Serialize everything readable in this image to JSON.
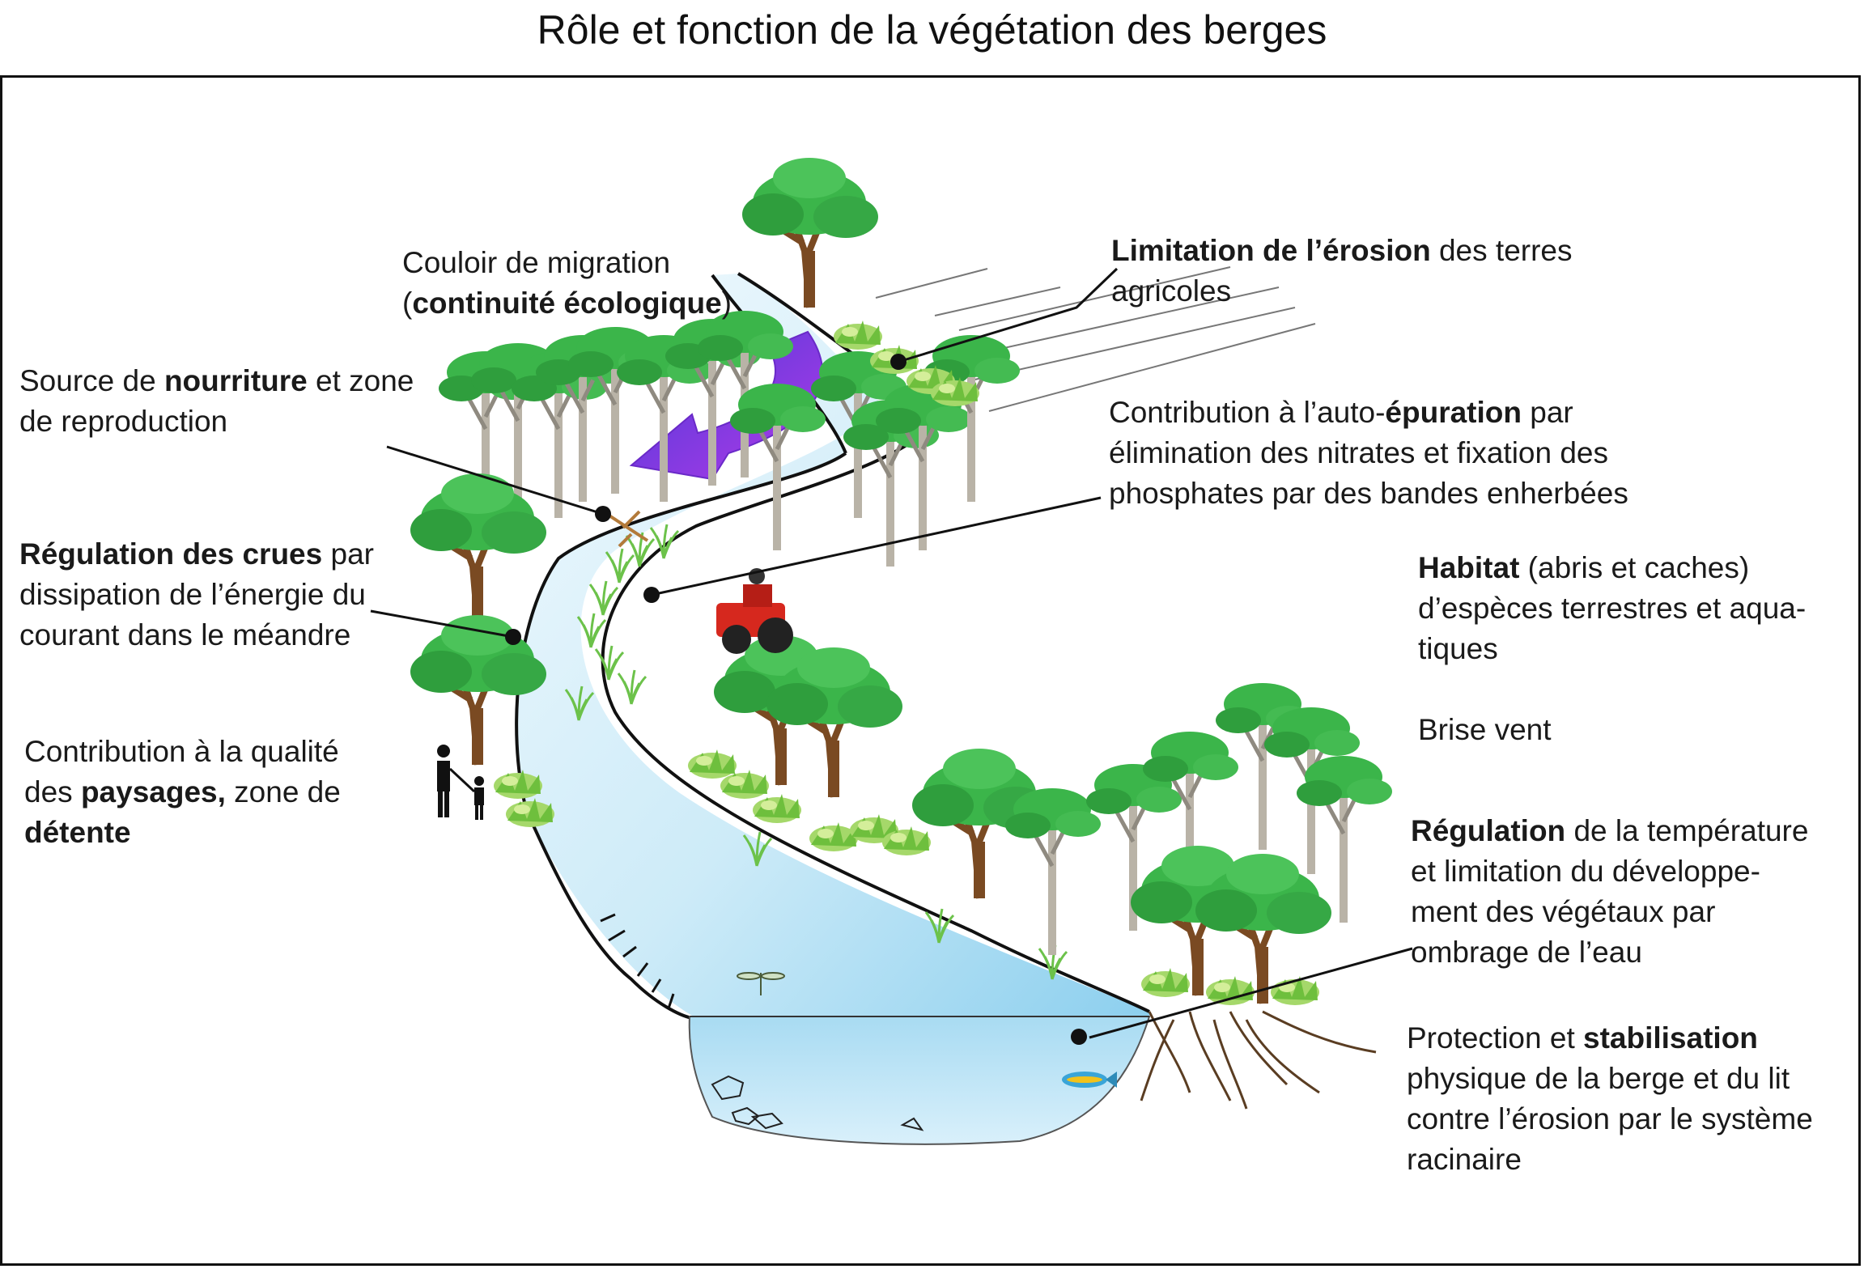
{
  "title": "Rôle et fonction de la végétation des berges",
  "labels": {
    "migration": {
      "line1": "Couloir de migration",
      "line2_pre": "(",
      "line2_bold": "continuité écologique",
      "line2_post": ")"
    },
    "nourriture": {
      "line1_pre": "Source de ",
      "line1_bold": "nourriture",
      "line1_post": " et zone",
      "line2": "de reproduction"
    },
    "crues": {
      "line1_bold": "Régulation des crues",
      "line1_post": " par",
      "line2": "dissipation de l’énergie du",
      "line3": "courant dans le méandre"
    },
    "paysages": {
      "line1": "Contribution à la qualité",
      "line2_pre": "des ",
      "line2_bold": "paysages,",
      "line2_post": " zone de",
      "line3_bold": "détente"
    },
    "erosion": {
      "line1_bold": "Limitation de l’érosion",
      "line1_post": " des terres",
      "line2": "agricoles"
    },
    "epuration": {
      "line1_pre": "Contribution à l’auto-",
      "line1_bold": "épuration",
      "line1_post": " par",
      "line2": "élimination des nitrates et fixation des",
      "line3": "phosphates par des bandes enherbées"
    },
    "habitat": {
      "line1_bold": "Habitat",
      "line1_post": " (abris et caches)",
      "line2": "d’espèces terrestres et aqua-",
      "line3": "tiques"
    },
    "brise": {
      "line1": "Brise vent"
    },
    "regulation": {
      "line1_bold": "Régulation",
      "line1_post": " de la température",
      "line2": "et limitation du développe-",
      "line3": "ment des végétaux par",
      "line4": "ombrage de l’eau"
    },
    "stabilisation": {
      "line1_pre": "Protection et ",
      "line1_bold": "stabilisation",
      "line2": "physique de la berge et du lit",
      "line3": "contre l’érosion par le système",
      "line4": "racinaire"
    }
  },
  "colors": {
    "water_light": "#eef8fd",
    "water_dark": "#9fd5ee",
    "tree_green": "#3bb54a",
    "tree_dark": "#1e8a2c",
    "grass": "#8dd36b",
    "arrow_purple": "#8a2be2",
    "tractor_red": "#d6281e",
    "trunk": "#8f8a80",
    "roots": "#5a3d22"
  }
}
